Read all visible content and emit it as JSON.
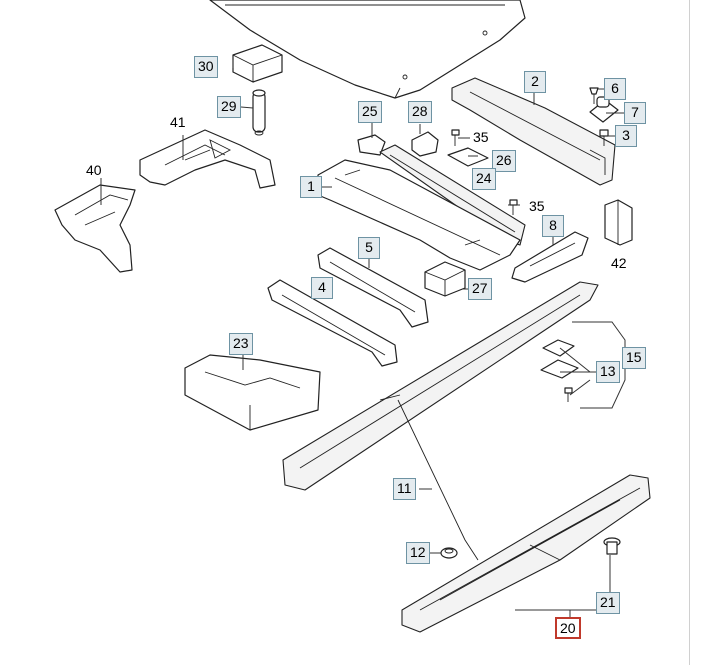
{
  "callouts": [
    {
      "id": "30",
      "selected": false
    },
    {
      "id": "29",
      "selected": false
    },
    {
      "id": "2",
      "selected": false
    },
    {
      "id": "6",
      "selected": false
    },
    {
      "id": "7",
      "selected": false
    },
    {
      "id": "3",
      "selected": false
    },
    {
      "id": "25",
      "selected": false
    },
    {
      "id": "28",
      "selected": false
    },
    {
      "id": "26",
      "selected": false
    },
    {
      "id": "24",
      "selected": false
    },
    {
      "id": "1",
      "selected": false
    },
    {
      "id": "8",
      "selected": false
    },
    {
      "id": "5",
      "selected": false
    },
    {
      "id": "4",
      "selected": false
    },
    {
      "id": "27",
      "selected": false
    },
    {
      "id": "23",
      "selected": false
    },
    {
      "id": "15",
      "selected": false
    },
    {
      "id": "13",
      "selected": false
    },
    {
      "id": "11",
      "selected": false
    },
    {
      "id": "12",
      "selected": false
    },
    {
      "id": "21",
      "selected": false
    },
    {
      "id": "20",
      "selected": true
    }
  ],
  "plain_labels": [
    "41",
    "40",
    "35",
    "35",
    "42"
  ],
  "colors": {
    "callout_fill": "#e4ebef",
    "callout_border": "#6e93a3",
    "selected_border": "#c0392b"
  }
}
